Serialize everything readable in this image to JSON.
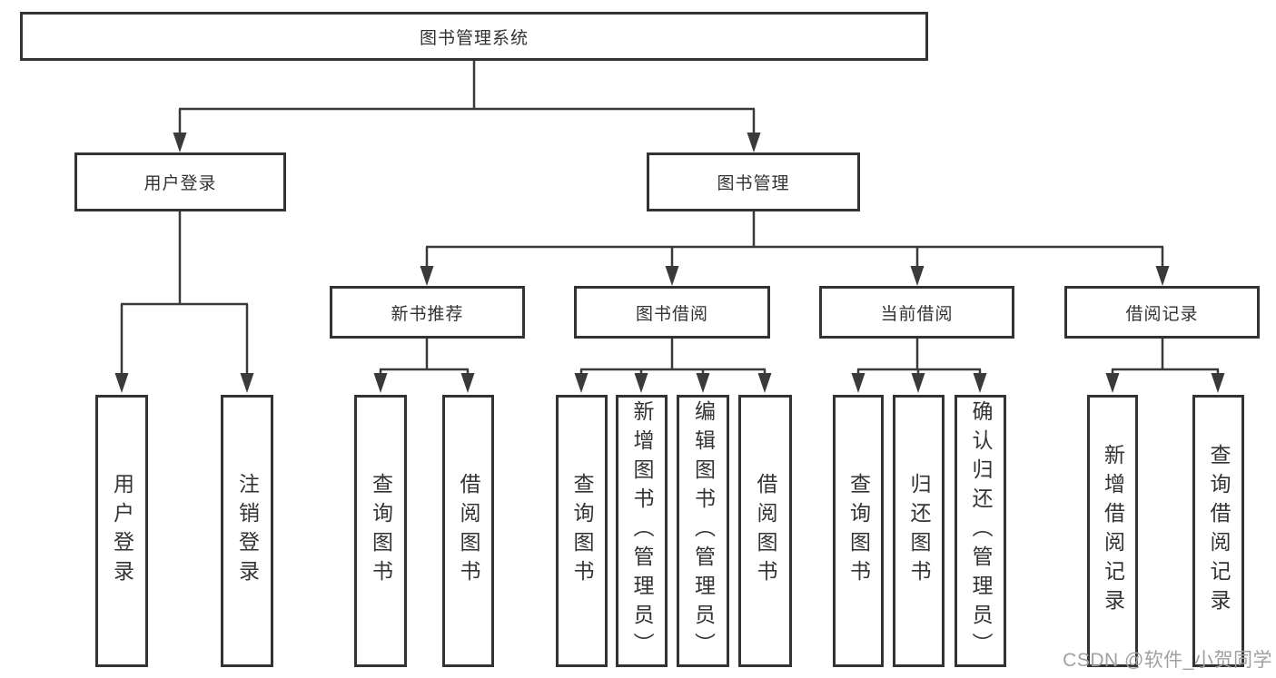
{
  "diagram": {
    "root": {
      "label": "图书管理系统"
    },
    "level2": [
      {
        "label": "用户登录"
      },
      {
        "label": "图书管理"
      }
    ],
    "level3": [
      {
        "label": "新书推荐"
      },
      {
        "label": "图书借阅"
      },
      {
        "label": "当前借阅"
      },
      {
        "label": "借阅记录"
      }
    ],
    "leaves": [
      {
        "label": "用户登录"
      },
      {
        "label": "注销登录"
      },
      {
        "label": "查询图书"
      },
      {
        "label": "借阅图书"
      },
      {
        "label": "查询图书"
      },
      {
        "label": "新增图书（管理员）"
      },
      {
        "label": "编辑图书（管理员）"
      },
      {
        "label": "借阅图书"
      },
      {
        "label": "查询图书"
      },
      {
        "label": "归还图书"
      },
      {
        "label": "确认归还（管理员）"
      },
      {
        "label": "新增借阅记录"
      },
      {
        "label": "查询借阅记录"
      }
    ]
  },
  "watermark": {
    "text": "CSDN @软件_小贺同学"
  },
  "colors": {
    "box_border": "#333333",
    "line": "#3a3a3a",
    "text": "#333333",
    "watermark": "#9fa0a2",
    "background": "#ffffff"
  }
}
